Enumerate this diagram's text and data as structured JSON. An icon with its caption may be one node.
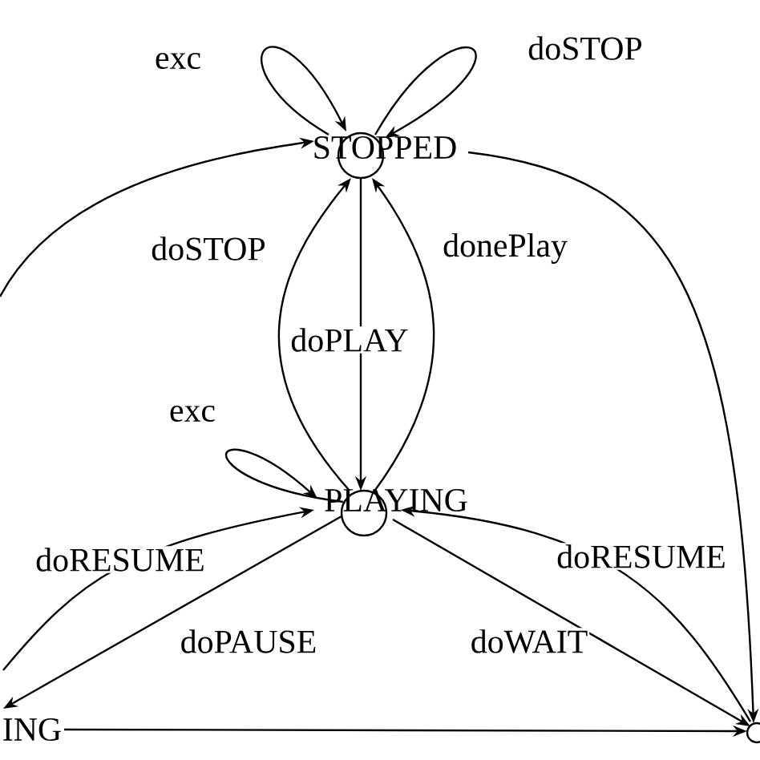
{
  "diagram": {
    "nodes": [
      {
        "text": [
          "STOPPED"
        ]
      },
      {
        "text": [
          "PLAYING"
        ]
      },
      {
        "text": [
          "ING"
        ]
      },
      {
        "text": [],
        "shape": "circle"
      }
    ],
    "edges": [
      {
        "from": 0,
        "to": 0,
        "label": "exc",
        "arrow": "to"
      },
      {
        "from": 0,
        "to": 0,
        "label": "doSTOP",
        "arrow": "to"
      },
      {
        "from": null,
        "to": 0,
        "arrow": "to"
      },
      {
        "from": 0,
        "to": 3,
        "arrow": "to"
      },
      {
        "from": 1,
        "to": 0,
        "label": "doSTOP",
        "arrow": "to"
      },
      {
        "from": 0,
        "to": 1,
        "label": "doPLAY",
        "arrow": "to"
      },
      {
        "from": 1,
        "to": 0,
        "label": "donePlay",
        "arrow": "to"
      },
      {
        "from": 1,
        "to": 1,
        "label": "exc",
        "arrow": "to"
      },
      {
        "from": 2,
        "to": 1,
        "label": "doRESUME",
        "arrow": "to"
      },
      {
        "from": 1,
        "to": 2,
        "label": "doPAUSE",
        "arrow": "to"
      },
      {
        "from": 3,
        "to": 1,
        "label": "doRESUME",
        "arrow": "to"
      },
      {
        "from": 1,
        "to": 3,
        "label": "doWAIT",
        "arrow": "to"
      },
      {
        "from": 2,
        "to": 3,
        "arrow": "to"
      }
    ]
  }
}
